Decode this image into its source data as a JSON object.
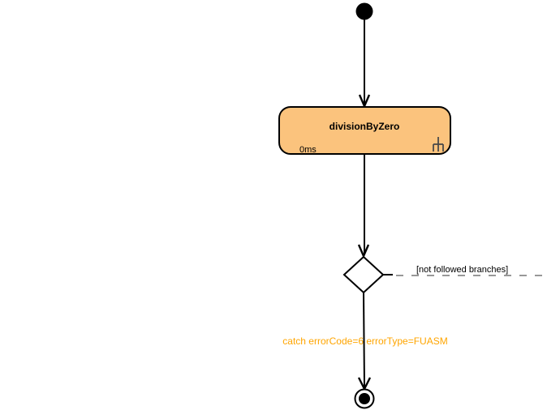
{
  "diagram": {
    "type": "uml-activity-diagram",
    "colors": {
      "background": "#ffffff",
      "action_fill": "#fbc37d",
      "action_border": "#000000",
      "edge": "#000000",
      "dashed_edge": "#777777",
      "catch_label": "#ffa500",
      "branch_label": "#000000",
      "rake_icon": "#4a4a4a"
    },
    "action": {
      "label": "divisionByZero",
      "duration": "0ms",
      "icon": "rake-icon"
    },
    "labels": {
      "catch": "catch errorCode=6 errorType=FUASM",
      "not_followed": "[not followed branches]"
    },
    "nodes": {
      "initial": "initial-node",
      "decision": "decision-node",
      "final": "activity-final-node"
    }
  }
}
